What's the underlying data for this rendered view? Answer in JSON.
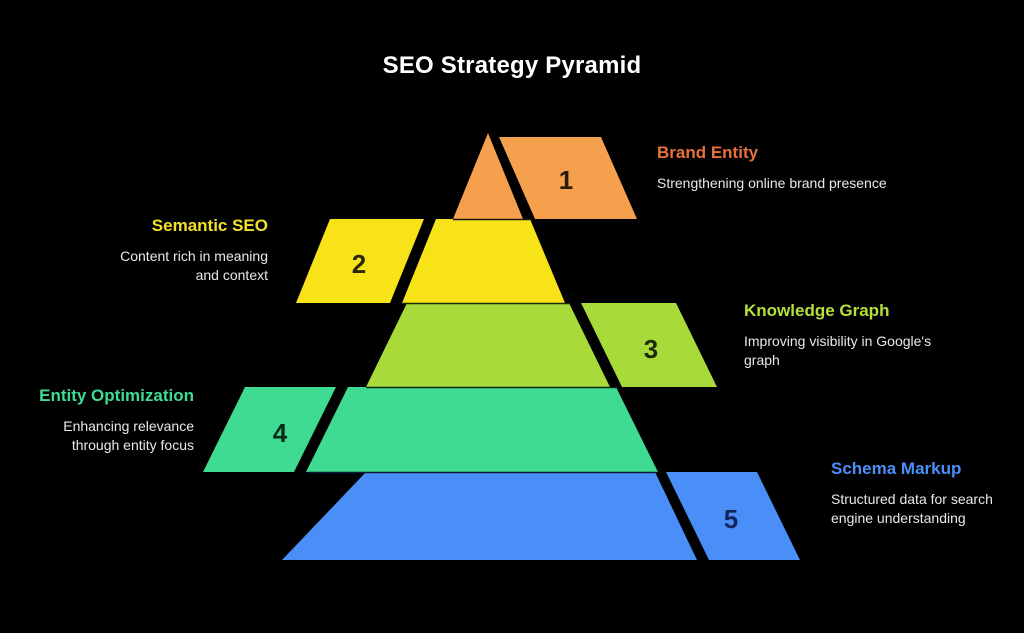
{
  "header": {
    "title": "SEO Strategy Pyramid"
  },
  "colors": {
    "background": "#000000",
    "title": "#ffffff",
    "description": "#e8e8e8",
    "tier1": "#F5A04C",
    "tier2": "#F7E318",
    "tier3": "#A8DB3A",
    "tier4": "#3FDB92",
    "tier5": "#4A8FF7",
    "tier1_label": "#E8713A",
    "tier2_label": "#F2E02A",
    "tier3_label": "#B5E03B",
    "tier4_label": "#3FDB92",
    "tier5_label": "#4A8FF7",
    "numeral": "#1C2B1C",
    "numeral_blue": "#15285E",
    "divider": "#0b1a0b"
  },
  "pyramid": {
    "tiers": [
      {
        "number": "1",
        "title": "Brand Entity",
        "description": "Strengthening online brand presence",
        "side": "right",
        "color": "#F5A04C",
        "label_color": "#E8713A",
        "numeral_color": "#2A1A08"
      },
      {
        "number": "2",
        "title": "Semantic SEO",
        "description": "Content rich in meaning and context",
        "side": "left",
        "color": "#F7E318",
        "label_color": "#F2E02A",
        "numeral_color": "#2A2708"
      },
      {
        "number": "3",
        "title": "Knowledge Graph",
        "description": "Improving visibility in Google's graph",
        "side": "right",
        "color": "#A8DB3A",
        "label_color": "#B5E03B",
        "numeral_color": "#1E2B0A"
      },
      {
        "number": "4",
        "title": "Entity Optimization",
        "description": "Enhancing relevance through entity focus",
        "side": "left",
        "color": "#3FDB92",
        "label_color": "#3FDB92",
        "numeral_color": "#0A2A18"
      },
      {
        "number": "5",
        "title": "Schema Markup",
        "description": "Structured data for search engine understanding",
        "side": "right",
        "color": "#4A8FF7",
        "label_color": "#4A8FF7",
        "numeral_color": "#13255C"
      }
    ]
  },
  "chart_data": {
    "type": "pyramid",
    "title": "SEO Strategy Pyramid",
    "levels": 5,
    "categories": [
      "Brand Entity",
      "Semantic SEO",
      "Knowledge Graph",
      "Entity Optimization",
      "Schema Markup"
    ],
    "numbers": [
      1,
      2,
      3,
      4,
      5
    ],
    "descriptions": [
      "Strengthening online brand presence",
      "Content rich in meaning and context",
      "Improving visibility in Google's graph",
      "Enhancing relevance through entity focus",
      "Structured data for search engine understanding"
    ],
    "callout_sides": [
      "right",
      "left",
      "right",
      "left",
      "right"
    ],
    "colors": [
      "#F5A04C",
      "#F7E318",
      "#A8DB3A",
      "#3FDB92",
      "#4A8FF7"
    ],
    "legend": "none",
    "grid": false
  }
}
